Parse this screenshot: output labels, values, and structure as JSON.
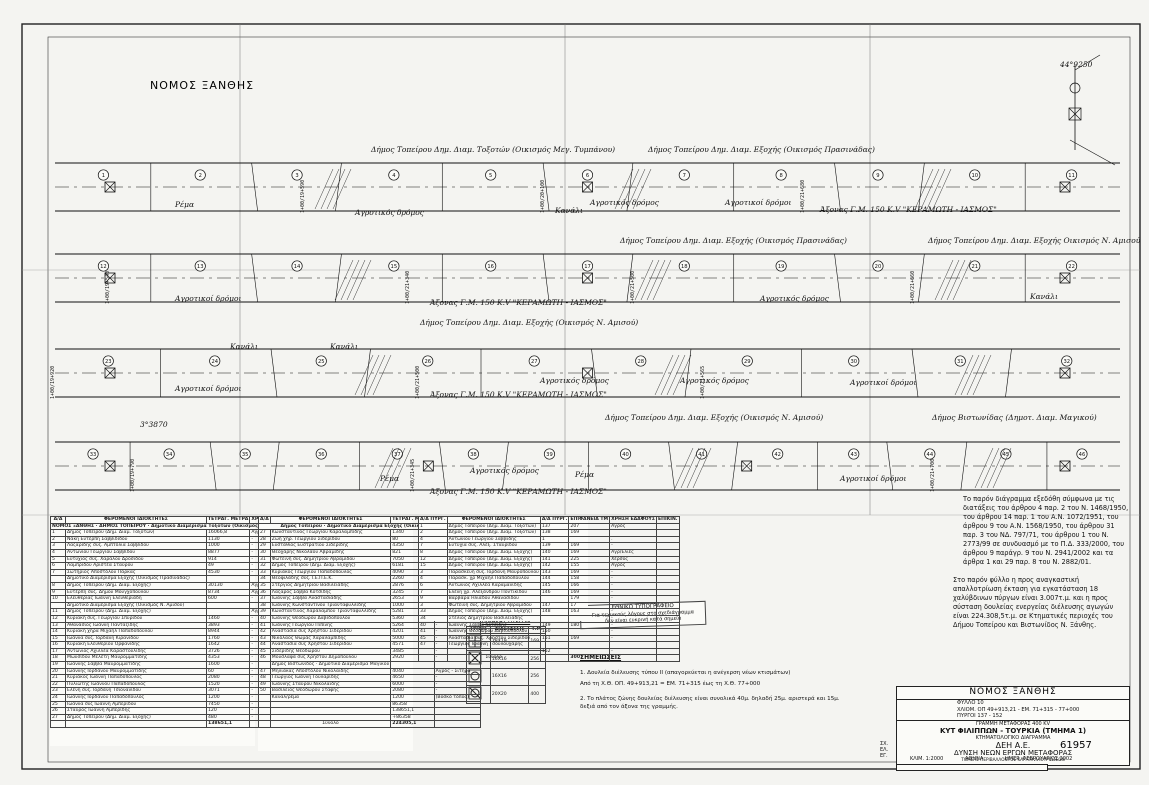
{
  "sheet_title": "ΝΟΜΟΣ ΞΑΝΘΗΣ",
  "angle_label_top": "44°9250",
  "angle_label_mid": "3°3870",
  "lines": [
    {
      "municipality_labels": [
        "Δήμος Τοπείρου Δημ. Διαμ. Τοξοτών (Οικισμός Μεγ. Τυμπάνου)",
        "Δήμος Τοπείρου Δημ. Διαμ. Εξοχής (Οικισμός Πρασινάδας)"
      ],
      "axis_label": "Άξονας Γ.Μ. 150 K.V \"ΚΕΡΑΜΩΤΗ - ΙΑΣΜΟΣ\"",
      "parcels": [
        "1",
        "2",
        "3",
        "4",
        "5",
        "6",
        "7",
        "8",
        "9",
        "10",
        "11"
      ],
      "side_labels": [
        "Ρέμα",
        "Αγροτικός δρόμος",
        "Κανάλι",
        "Αγροτικός δρόμος",
        "Αγροτικοί δρόμοι"
      ],
      "chainages": [
        "1+00/19+590",
        "1+00/20+100",
        "1+00/21+680"
      ]
    },
    {
      "municipality_labels": [
        "Δήμος Τοπείρου Δημ. Διαμ. Εξοχής (Οικισμός Πρασινάδας)",
        "Δήμος Τοπείρου Δημ. Διαμ. Εξοχής Οικισμός Ν. Αμισού"
      ],
      "axis_label": "Άξονας Γ.Μ. 150 K.V \"ΚΕΡΑΜΩΤΗ - ΙΑΣΜΟΣ\"",
      "parcels": [
        "12",
        "13",
        "14",
        "15",
        "16",
        "17",
        "18",
        "19",
        "20",
        "21",
        "22"
      ],
      "side_labels": [
        "Αγροτικοί δρόμοι",
        "Αγροτικός δρόμος",
        "Κανάλι"
      ],
      "chainages": [
        "1+00/19+540",
        "1+00/21+340",
        "1+00/21+500",
        "1+00/21+660"
      ]
    },
    {
      "municipality_labels": [
        "Δήμος Τοπείρου Δημ. Διαμ. Εξοχής (Οικισμός Ν. Αμισού)"
      ],
      "axis_label": "Άξονας Γ.Μ. 150 K.V \"ΚΕΡΑΜΩΤΗ - ΙΑΣΜΟΣ\"",
      "parcels": [
        "23",
        "24",
        "25",
        "26",
        "27",
        "28",
        "29",
        "30",
        "31",
        "32"
      ],
      "side_labels": [
        "Κανάλι",
        "Κανάλι",
        "Αγροτικοί δρόμοι",
        "Αγροτικός δρόμος",
        "Αγροτικός δρόμος",
        "Αγροτικοί δρόμοι"
      ],
      "chainages": [
        "1+00/19+920",
        "1+00/21+500",
        "1+00/21+565"
      ]
    },
    {
      "municipality_labels": [
        "Δήμος Τοπείρου Δημ. Διαμ. Εξοχής (Οικισμός Ν. Αμισού)",
        "Δήμος Βιστωνίδας (Δημοτ. Διαμ. Μαγικού)"
      ],
      "axis_label": "Άξονας Γ.Μ. 150 K.V \"ΚΕΡΑΜΩΤΗ - ΙΑΣΜΟΣ\"",
      "parcels": [
        "33",
        "34",
        "35",
        "36",
        "37",
        "38",
        "39",
        "40",
        "41",
        "42",
        "43",
        "44",
        "45",
        "46"
      ],
      "side_labels": [
        "Ρέμα",
        "Αγροτικός δρόμος",
        "Ρέμα",
        "Αγροτικοί δρόμοι"
      ],
      "chainages": [
        "1+00/19+790",
        "1+00/21+345",
        "1+00/21+700"
      ]
    }
  ],
  "notes": {
    "paragraph1": "Το παρόν διάγραμμα εξεδόθη σύμφωνα με τις διατάξεις του άρθρου 4 παρ. 2 του Ν. 1468/1950, του άρθρου 14 παρ. 1 του Α.Ν. 1072/1951, του άρθρου 9 του Α.Ν. 1568/1950, του άρθρου 31 παρ. 3 του ΝΔ. 797/71, του άρθρου 1 του Ν. 2773/99 σε συνδυασμό με το Π.Δ. 333/2000, του άρθρου 9 παράγρ. 9 του Ν. 2941/2002 και τα άρθρα 1 και 29 παρ. 8 του Ν. 2882/01.",
    "paragraph2": "Στο παρόν φύλλο η προς αναγκαστική απαλλοτρίωση έκταση για εγκατάσταση 18 χαλύβδινων πύργων είναι 3.007τ.μ. και η προς σύσταση δουλείας ενεργείας διέλευσης αγωγών είναι 224.308,5τ.μ. σε Κτηματικές περιοχές του Δήμου Τοπείρου και Βιστωνίδος Ν. Ξάνθης."
  },
  "stamp": {
    "line1": "ΕΘΝΙΚΟ ΤΥΠΟΓΡΑΦΕΙΟ",
    "line2": "Για τεχνικούς λόγους στο σχεδιάγραμμα",
    "line3": "δεν είναι ευκρινή κατά σημεία"
  },
  "remarks": {
    "title": "ΣΗΜΕΙΩΣΕΙΣ",
    "r1": "1. Δουλεία διέλευσης τύπου ΙΙ (απαγορεύεται η ανέγερση νέων κτισμάτων)",
    "r1b": "Από τη Χ.Θ. ΟΠ. 49+913,21 = ΕΜ. 71+315 έως τη Χ.Θ. 77+000",
    "r2": "2. Το πλάτος ζώνης δουλείας διέλευσης είναι συνολικά 40μ. δηλαδή 25μ. αριστερά και 15μ. δεξιά από τον άξονα της γραμμής."
  },
  "legend": {
    "title": "ΠΙΝΑΚΑΣ ΠΥΡΓΩΝ",
    "header": [
      "ΤΥΠΟΣ",
      "ΔΙΑΣΤΑΣΕΙΣ",
      "Τ.Μ."
    ],
    "rows": [
      [
        "18X19",
        "169"
      ],
      [
        "16X16",
        "256"
      ],
      [
        "16X16",
        "256"
      ],
      [
        "20X20",
        "400"
      ]
    ]
  },
  "title_block": {
    "region": "ΝΟΜΟΣ ΞΑΝΘΗΣ",
    "sheet_no": "ΦΥΛΛΟ 10",
    "position": "ΧΛΙΟΜ. ΟΠ 49+913,21 - ΕΜ. 71+315 - 77+000",
    "pylons": "ΠΥΡΓΟΙ 137 - 152",
    "line_name": "ΓΡΑΜΜΗ ΜΕΤΑΦΟΡΑΣ 400 KV",
    "line_route": "ΚΥΤ ΦΙΛΙΠΠΩΝ - ΤΟΥΡΚΙΑ (ΤΜΗΜΑ 1)",
    "diagram": "ΚΤΗΜΑΤΟΛΟΓΙΚΟ ΔΙΑΓΡΑΜΜΑ",
    "company": "ΔΕΗ Α.Ε.",
    "division": "ΔΥΝΣΗ ΝΕΩΝ ΕΡΓΩΝ ΜΕΤΑΦΟΡΑΣ",
    "dept": "ΤΟΜΕΑΣ ΠΕΡΙΒΑΛΛΟΝΤΟΣ ΚΑΙ ΑΠΑΛΛΟΤΡΙΩΣΕΩΝ",
    "scale": "ΚΛΙΜ. 1:2000",
    "place": "ΑΘΗΝΑ",
    "date": "ΗΜΕΡ. ΦΕΒΡΟΥΑΡΙΟΣ 2002",
    "drawing_no": "61957",
    "sign_labels": [
      "ΣΧ.",
      "ΕΛ.",
      "ΕΓ."
    ]
  },
  "table1": {
    "header": [
      "Α/Α",
      "ΦΕΡΟΜΕΝΟΙ ΙΔΙΟΚΤΗΤΕΣ",
      "ΤΕΤΡΑΓ. ΜΕΤΡΑ",
      "ΧΡΗΣΗ ΕΔΑΦΟΥΣ"
    ],
    "group": "ΝΟΜΟΣ ΞΑΝΘΗΣ · ΔΗΜΟΣ ΤΟΠΕΙΡΟΥ · Δημοτικό Διαμέρισμα Τοξοτών (Οικισμός Μ. Τυμπάνου)",
    "rows": [
      [
        "1",
        "Δήμος Τοπείρου (Δημ. Διαμ. Τοξοτών)",
        "16066,8",
        "Αγρός - Σιτηρά"
      ],
      [
        "2",
        "Νάκη Ευτέρπη Σαββιδίδου",
        "1130",
        "-"
      ],
      [
        "3",
        "Λαζαρίδης συζ. Αμπτόλια Σαββιδου",
        "1000",
        "-"
      ],
      [
        "4",
        "Αντωνίου Γεωργίου Σαββίδου",
        "8877",
        "-"
      ],
      [
        "5",
        "Ευτύχιος σύζ. Χαράλου Δροσιδου",
        "914",
        "-"
      ],
      [
        "6",
        "Λαμπρίδου Αριστέα Σταύρου",
        "49",
        "-"
      ],
      [
        "7",
        "Σωτήριος Αποστόλου Πάρκας",
        "4530",
        "-"
      ],
      [
        "",
        "Δημοτικό Διαμέρισμα Εξοχής (Οικισμός Πρασινάδας)",
        "",
        ""
      ],
      [
        "8",
        "Δήμος Τοπείρου (Δημ. Διαμ. Εξοχής)",
        "30130",
        "Αγρός-Ελιές"
      ],
      [
        "9",
        "Ευτέρπη συζ. Δήμου Μουγχοπούλου",
        "8734",
        "Αγρός - Σιτηρά"
      ],
      [
        "10",
        "Ελευθερίας Ιωάννη Ελευθεριάδη",
        "600",
        "-"
      ],
      [
        "",
        "Δημοτικό Διαμέρισμα Εξοχής (Οικισμός Ν. Αμισού)",
        "",
        ""
      ],
      [
        "11",
        "Δήμος Τοπείρου (Δημ. Διαμ. Εξοχής)",
        "",
        "Αγρός - Σιτηρά"
      ],
      [
        "12",
        "Κυριακή συζ. Γεωργίου Σπυρίδου",
        "1460",
        "-"
      ],
      [
        "13",
        "Αθανάσιος Ιωάννη Πανταζίδης",
        "3893",
        "-"
      ],
      [
        "14",
        "Κυριακή χήρα Μιχαήλ Παπαδοπούλου",
        "8944",
        "-"
      ],
      [
        "15",
        "Ιωάννα συζ. Ιορδάνη Κιρανίδου",
        "1760",
        "-"
      ],
      [
        "16",
        "Κυριακή Ελευθερίου Ορφανίδης",
        "1642",
        "-"
      ],
      [
        "17",
        "Αντώνιος Αχιλλέα Καραστούλίδης",
        "3726",
        "-"
      ],
      [
        "18",
        "Μωυσίδου Μελέτη Μαυρομματίδης",
        "4353",
        "-"
      ],
      [
        "19",
        "Ιωάννης Σάββα Μαυρομματίδης",
        "1600",
        "-"
      ],
      [
        "20",
        "Ιωάννης Ιορδάνου Μαυρομματίδης",
        "60",
        "-"
      ],
      [
        "21",
        "Κυριάκος Ιωάννη Παπαδόπουλος",
        "2080",
        "-"
      ],
      [
        "22",
        "Πυλιώτης Ιωάννου Παπαδόπουλος",
        "1520",
        "-"
      ],
      [
        "23",
        "Ελένη συζ. Ιορδάνη Τσιονανίδου",
        "3071",
        "-"
      ],
      [
        "24",
        "Ιωάννης Ιορδάνου Παπαδόπουλος",
        "1200",
        "-"
      ],
      [
        "25",
        "Ιωάννα συζ Ιωάννη Αμπερίδου",
        "7450",
        "-"
      ],
      [
        "26",
        "Σταύρος Ιωάννη Αμπερίδης",
        "120",
        "-"
      ],
      [
        "27",
        "Δήμος Τοπείρου (Δημ. Διαμ. Εξοχής)",
        "480",
        "-"
      ]
    ],
    "total": "138651,1"
  },
  "table2": {
    "header": [
      "Α/Α",
      "ΦΕΡΟΜΕΝΟΙ ΙΔΙΟΚΤΗΤΕΣ",
      "ΤΕΤΡΑΓ. ΜΕΤΡΑ",
      "ΧΡΗΣΗ ΕΔΑΦΟΥΣ"
    ],
    "group": "Δήμος Τοπείρου · Δημοτικό Διαμέρισμα Εξοχής (Οικισμός Ν. Αμισού)",
    "rows": [
      [
        "27",
        "Κωνσταντίνος Γεωργίου Καραλαμπίδης",
        "1340",
        "Αγρός - Σιτηρά"
      ],
      [
        "28",
        "Ζωή χήρ. Γεωργίου Σιδερίδου",
        "80",
        "-"
      ],
      [
        "29",
        "Ευστάθιος Ευστρατίου Σιδερίδης",
        "4350",
        "-"
      ],
      [
        "30",
        "Θεοχάρης Νικολάου Αβραμίδης",
        "821",
        "-"
      ],
      [
        "31",
        "Φωτεινή συζ. Δημητρίου Αβραμίδου",
        "7050",
        "-"
      ],
      [
        "32",
        "Δήμος Τοπείρου (Δημ. Διαμ. Εξοχής)",
        "6181",
        "-"
      ],
      [
        "33",
        "Κυριάκος Γεωργίου Παπαδόπουλος",
        "4090",
        "-"
      ],
      [
        "34",
        "Θεοφιλάδης σύζ. Ι.Ε.Π.Ε.Κ.",
        "2260",
        "-"
      ],
      [
        "35",
        "Στέργιος Δημητρίου Βασιλειάδης",
        "2876",
        "-"
      ],
      [
        "36",
        "Λαζαρος Σάββα Κοτσίδης",
        "3245",
        "-"
      ],
      [
        "37",
        "Ιωάννης Σάββα Αναστασιάδης",
        "2653",
        "-"
      ],
      [
        "38",
        "Ιωάννης Κωνσταντίνου Τριανταφυλλίδης",
        "1000",
        "-"
      ],
      [
        "39",
        "Κωνσταντίνος Χαράλαμπου Τριανταφυλλίδης",
        "5281",
        "-"
      ],
      [
        "40",
        "Ιωάννης Θεοδώρου Δαβίδοπούλου",
        "5360",
        "-"
      ],
      [
        "41",
        "Ιωάννης Γεωργίου Πιπίνης",
        "5264",
        "-"
      ],
      [
        "42",
        "Αναστασία συζ Χρήστου Σιδερίδου",
        "4201",
        "-"
      ],
      [
        "43",
        "Νικόλαος Θωμάς Χαραλαμπίδης",
        "5000",
        "-"
      ],
      [
        "44",
        "Αναστασία συζ Χρήστου Σιδερίδου",
        "4571",
        "-"
      ],
      [
        "45",
        "Σιδερίδης Θεοδώρου",
        "3485",
        "-"
      ],
      [
        "46",
        "Μουσλαφά συζ Χρήστου Δημοπούλου",
        "2920",
        "-"
      ],
      [
        "",
        "Δήμος Βιστωνίδος · Δημοτικό Διαμέρισμα Μαγικού",
        "",
        ""
      ],
      [
        "47",
        "Μηλιάκας Αποστόλου Νικολαΐδης",
        "4040",
        "Αγρός - Σιτηρά"
      ],
      [
        "48",
        "Γεώργιος Ιωάννη Γουλαρίδης",
        "4650",
        "-"
      ],
      [
        "49",
        "Ιωάννης Σταύρου Νικολαΐδης",
        "6000",
        "-"
      ],
      [
        "50",
        "Βασίλειος Θεοδώρου Σταφής",
        "2080",
        "-"
      ],
      [
        "",
        "Καναλ/ρέμα",
        "1200",
        "(Βοσκό τόπος)"
      ]
    ],
    "sum_a": "86358",
    "sum_b": "138651,1",
    "sum_c": "+86358",
    "total_label": "Σύνολο",
    "total": "224305,1"
  },
  "table3": {
    "header": [
      "Α/Α ΠΥΡΓ.",
      "ΦΕΡΟΜΕΝΟΙ ΙΔΙΟΚΤΗΤΕΣ",
      "Α/Α ΠΥΡΓ.",
      "ΕΠΙΦΑΝΕΙΑ ΤΜ",
      "ΧΡΗΣΗ ΕΔΑΦΟΥΣ",
      "ΕΠΙΚΙΝ."
    ],
    "rows": [
      [
        "1",
        "Δήμος Τοπείρου (Δημ. Διαμ. Τοξοτών)",
        "137",
        "207",
        "Αγρός",
        ""
      ],
      [
        "2",
        "Δήμος Τοπείρου (Δημ. Διαμ. Τοξοτών)",
        "138",
        "169",
        "",
        ""
      ],
      [
        "4",
        "Αντωνίου Γεωργίου Σαββιδης",
        "1",
        "",
        ".",
        ""
      ],
      [
        "7",
        "Ευτυχία σύζ. Αλέξ. Σταυρίδου",
        "139",
        "169",
        "-",
        ""
      ],
      [
        "8",
        "Δήμος Τοπείρου (Δημ. Διαμ. Εξοχής)",
        "140",
        "169",
        "Αγρ/Ελιές",
        ""
      ],
      [
        "12",
        "Δήμος Τοπείρου (Δημ. Διαμ. Εξοχής)",
        "141",
        "225",
        "Χέρσος",
        ""
      ],
      [
        "15",
        "Δήμος Τοπείρου (Δημ. Διαμ. Εξοχής)",
        "142",
        "155",
        "Αγρός",
        ""
      ],
      [
        "3",
        "Παρασκευή συζ. Ιορδανη Μαυροπούλου",
        "143",
        "169",
        "-",
        ""
      ],
      [
        "4",
        "Παρασκ. χρ Μιχαήλ Παπαδοπούλου",
        "144",
        "158",
        "-",
        ""
      ],
      [
        "6",
        "Αντώνιος Αχιλλέα Καραμανίδης",
        "145",
        "166",
        "-",
        ""
      ],
      [
        "7",
        "Ελένη χρ. Αλεξάνδρου Ποντικίδου",
        "146",
        "169",
        "-",
        ""
      ],
      [
        "9",
        "Βαρβάρα Ηλιάδου Αθανασίδου",
        "",
        "179",
        "-",
        ""
      ],
      [
        "3",
        "Φωτεινή συζ. Δημητρίου Αβραμίδου",
        "147",
        "17",
        "-",
        ""
      ],
      [
        "33",
        "Δήμος Τοπείρου (Δημ. Διαμ. Εξοχής)",
        "148",
        "163",
        "-",
        ""
      ],
      [
        "34",
        "Στέλιος Δημητρίου Βασιλειάδης",
        "",
        "",
        "-",
        ""
      ],
      [
        "40",
        "Ιωάννης Σάββα Κοτσίδης",
        "149",
        "180",
        "-",
        ""
      ],
      [
        "41",
        "Ιωάννης Θεοδώρου Δαβιδόπουλου",
        "150",
        "",
        "-",
        ""
      ],
      [
        "45",
        "Αναστασία συζ. Χρήστου Σιδερίδου",
        "151",
        "169",
        "-",
        ""
      ],
      [
        "47",
        "Γεώργιος Ιωάννη Τσουλουχάρης",
        "",
        "",
        "",
        ""
      ],
      [
        "",
        "",
        "152",
        "",
        "-",
        ""
      ]
    ],
    "total_label": "Σύνολο",
    "total": "3007"
  }
}
